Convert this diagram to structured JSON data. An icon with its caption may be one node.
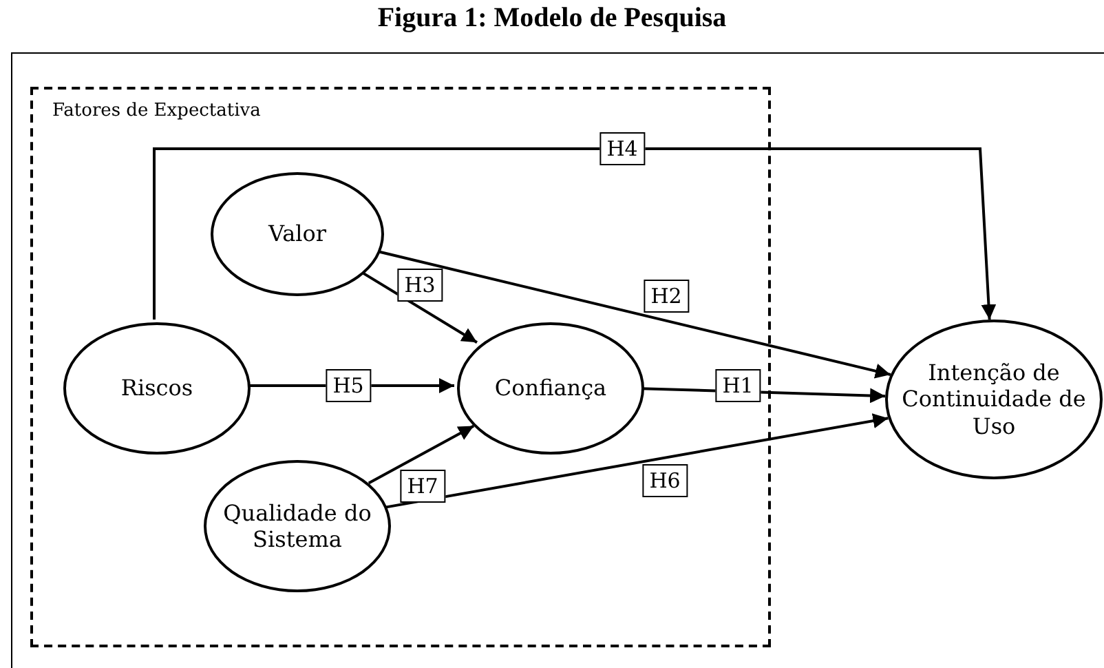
{
  "diagram": {
    "title": "Figura 1: Modelo de Pesquisa",
    "nodes": [
      {
        "text": [
          "Fatores de Expectativa"
        ]
      },
      {
        "text": [
          "Valor"
        ],
        "in": 0
      },
      {
        "text": [
          "Riscos"
        ],
        "in": 0
      },
      {
        "text": [
          "Confiança"
        ],
        "in": 0
      },
      {
        "text": [
          "Qualidade do Sistema"
        ],
        "in": 0
      },
      {
        "text": [
          "Intenção de Continuidade de Uso"
        ]
      }
    ],
    "edges": [
      {
        "from": 2,
        "to": 5,
        "arrow": "to",
        "label": "H4"
      },
      {
        "from": 1,
        "to": 5,
        "arrow": "to",
        "label": "H2"
      },
      {
        "from": 1,
        "to": 3,
        "arrow": "to",
        "label": "H3"
      },
      {
        "from": 2,
        "to": 3,
        "arrow": "to",
        "label": "H5"
      },
      {
        "from": 3,
        "to": 5,
        "arrow": "to",
        "label": "H1"
      },
      {
        "from": 4,
        "to": 5,
        "arrow": "to",
        "label": "H6"
      },
      {
        "from": 4,
        "to": 3,
        "arrow": "to",
        "label": "H7"
      }
    ]
  }
}
